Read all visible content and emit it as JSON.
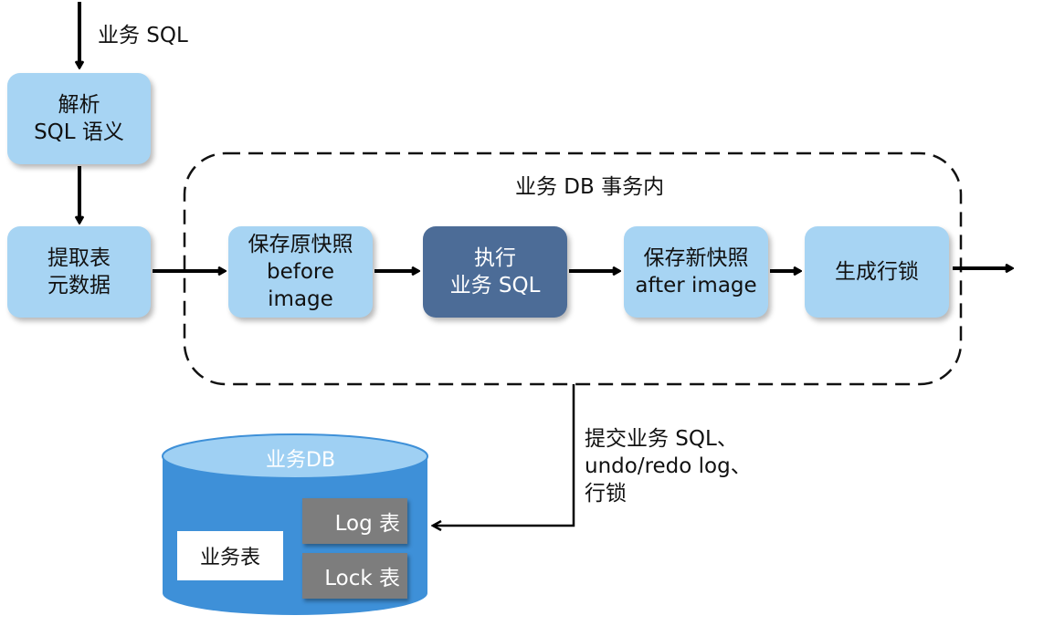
{
  "input_label": "业务 SQL",
  "parse_step": {
    "line1": "解析",
    "line2": "SQL 语义"
  },
  "metadata_step": {
    "line1": "提取表",
    "line2": "元数据"
  },
  "transaction_label": "业务 DB 事务内",
  "before_image_step": {
    "line1": "保存原快照",
    "line2": "before",
    "line3": "image"
  },
  "execute_step": {
    "line1": "执行",
    "line2": "业务 SQL"
  },
  "after_image_step": {
    "line1": "保存新快照",
    "line2": "after image"
  },
  "lock_step": {
    "line1": "生成行锁"
  },
  "commit_label": {
    "line1": "提交业务 SQL、",
    "line2": "undo/redo log、",
    "line3": "行锁"
  },
  "database": {
    "title": "业务DB",
    "business_table": "业务表",
    "log_table": "Log 表",
    "lock_table": "Lock 表"
  },
  "colors": {
    "light_box": "#a7d4f3",
    "dark_box": "#4c6c97",
    "db_fill": "#3e90d8",
    "db_top": "#9fd0f3",
    "table_grey": "#7d7d7d"
  }
}
